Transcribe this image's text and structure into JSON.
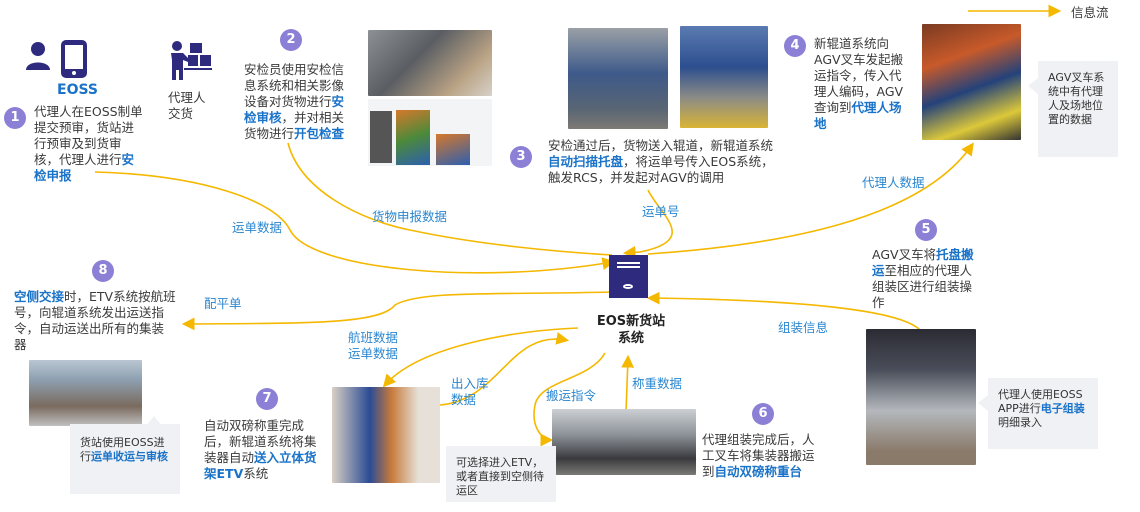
{
  "legend": {
    "label": "信息流"
  },
  "center": {
    "label_line1": "EOS新货站",
    "label_line2": "系统"
  },
  "actors": {
    "eoss": "EOSS",
    "agent_delivery_line1": "代理人",
    "agent_delivery_line2": "交货"
  },
  "steps": [
    {
      "num": "1",
      "parts": [
        {
          "t": "代理人在EOSS制单提交预审，货站进行预审及到货审核，代理人进行"
        },
        {
          "t": "安检申报",
          "hl": true
        }
      ]
    },
    {
      "num": "2",
      "parts": [
        {
          "t": "安检员使用安检信息系统和相关影像设备对货物进行"
        },
        {
          "t": "安检审核",
          "hl": true
        },
        {
          "t": "，并对相关货物进行"
        },
        {
          "t": "开包检查",
          "hl": true
        }
      ]
    },
    {
      "num": "3",
      "parts": [
        {
          "t": "安检通过后，货物送入辊道，新辊道系统"
        },
        {
          "t": "自动扫描托盘",
          "hl": true
        },
        {
          "t": "，将运单号传入EOS系统，触发RCS，并发起对AGV的调用"
        }
      ]
    },
    {
      "num": "4",
      "parts": [
        {
          "t": "新辊道系统向AGV叉车发起搬运指令，传入代理人编码，AGV查询到"
        },
        {
          "t": "代理人场地",
          "hl": true
        }
      ]
    },
    {
      "num": "5",
      "parts": [
        {
          "t": "AGV叉车将"
        },
        {
          "t": "托盘搬运",
          "hl": true
        },
        {
          "t": "至相应的代理人组装区进行组装操作"
        }
      ]
    },
    {
      "num": "6",
      "parts": [
        {
          "t": "代理组装完成后，人工叉车将集装器搬运到"
        },
        {
          "t": "自动双磅称重台",
          "hl": true
        }
      ]
    },
    {
      "num": "7",
      "parts": [
        {
          "t": "自动双磅称重完成后，新辊道系统将集装器自动"
        },
        {
          "t": "送入立体货架ETV",
          "hl": true
        },
        {
          "t": "系统"
        }
      ]
    },
    {
      "num": "8",
      "parts": [
        {
          "t": "空侧交接",
          "hl": true
        },
        {
          "t": "时，ETV系统按航班号，向辊道系统发出运送指令，自动运送出所有的集装器"
        }
      ]
    }
  ],
  "callouts": {
    "agv": "AGV叉车系统中有代理人及场地位置的数据",
    "assembly": [
      {
        "t": "代理人使用EOSS APP进行"
      },
      {
        "t": "电子组装",
        "hl": true
      },
      {
        "t": "明细录入"
      }
    ],
    "etv": "可选择进入ETV，或者直接到空侧待运区",
    "station": [
      {
        "t": "货站使用EOSS进行"
      },
      {
        "t": "运单收运与审核",
        "hl": true
      }
    ]
  },
  "flow_labels": {
    "waybill_data": "运单数据",
    "cargo_declare": "货物申报数据",
    "waybill_no": "运单号",
    "agent_data": "代理人数据",
    "assembly_info": "组装信息",
    "flight_data": "航班数据",
    "waybill_data2": "运单数据",
    "inout_data_1": "出入库",
    "inout_data_2": "数据",
    "move_cmd": "搬运指令",
    "weigh_data": "称重数据",
    "loading_list": "配平单"
  },
  "colors": {
    "flow": "#f5b800",
    "accent": "#1a73c8",
    "badge": "#8b7fd6",
    "server": "#2e2a7e"
  }
}
